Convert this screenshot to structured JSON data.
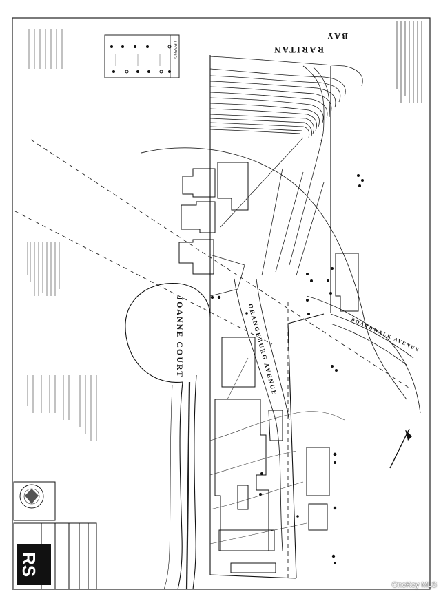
{
  "labels": {
    "bay_line1": "RARITAN",
    "bay_line2": "BAY",
    "road_joanne": "JOANNE COURT",
    "road_orangeburg": "ORANGEBURG AVENUE",
    "road_boardwalk": "BOARDWALK AVENUE",
    "legend_title": "LEGEND"
  },
  "watermark": "OneKey MLS",
  "colors": {
    "ink": "#111111",
    "paper": "#ffffff",
    "line": "#1a1a1a"
  }
}
